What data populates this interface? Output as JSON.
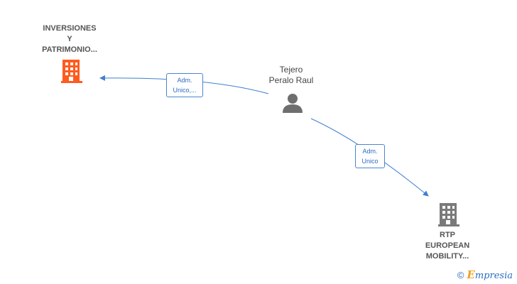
{
  "nodes": {
    "company_a": {
      "name_lines": [
        "INVERSIONES",
        "Y",
        "PATRIMONIO..."
      ],
      "color": "#ff5b1f",
      "icon": "building-icon"
    },
    "person": {
      "name_lines": [
        "Tejero",
        "Peralo Raul"
      ],
      "color": "#6e6e6e",
      "icon": "person-icon"
    },
    "company_b": {
      "name_lines": [
        "RTP",
        "EUROPEAN",
        "MOBILITY..."
      ],
      "color": "#7a7a7a",
      "icon": "building-icon"
    }
  },
  "edges": [
    {
      "from": "person",
      "to": "company_a",
      "label_lines": [
        "Adm.",
        "Unico,..."
      ]
    },
    {
      "from": "person",
      "to": "company_b",
      "label_lines": [
        "Adm.",
        "Unico"
      ]
    }
  ],
  "edge_color": "#3f7fd0",
  "watermark": {
    "symbol": "©",
    "brand_first": "E",
    "brand_rest": "mpresia"
  }
}
